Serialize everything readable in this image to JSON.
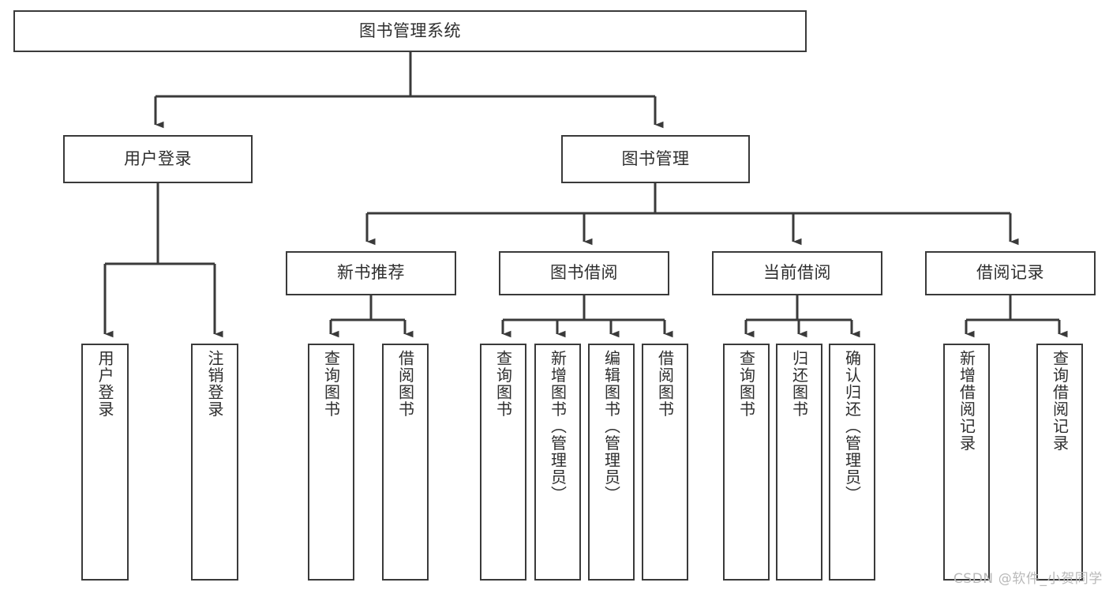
{
  "diagram": {
    "title": "图书管理系统",
    "type": "hierarchy-tree",
    "orientation": "top-down",
    "colors": {
      "line": "#3a3a3a",
      "box_border": "#3a3a3a",
      "box_fill": "#ffffff",
      "text": "#2e2e2e",
      "background": "#ffffff",
      "watermark": "#b9b9b9"
    },
    "root": {
      "id": "root",
      "label": "图书管理系统"
    },
    "level2": [
      {
        "id": "user-login",
        "label": "用户登录"
      },
      {
        "id": "book-management",
        "label": "图书管理"
      }
    ],
    "level3": [
      {
        "id": "new-book-recommend",
        "label": "新书推荐"
      },
      {
        "id": "book-borrow",
        "label": "图书借阅"
      },
      {
        "id": "current-borrow",
        "label": "当前借阅"
      },
      {
        "id": "borrow-record",
        "label": "借阅记录"
      }
    ],
    "leaves": {
      "user_login": [
        {
          "id": "leaf-user-login",
          "label": "用户登录"
        },
        {
          "id": "leaf-logout-login",
          "label": "注销登录"
        }
      ],
      "new_book_recommend": [
        {
          "id": "leaf-query-book-1",
          "label": "查询图书"
        },
        {
          "id": "leaf-borrow-book-1",
          "label": "借阅图书"
        }
      ],
      "book_borrow": [
        {
          "id": "leaf-query-book-2",
          "label": "查询图书"
        },
        {
          "id": "leaf-add-book",
          "label": "新增图书（管理员）"
        },
        {
          "id": "leaf-edit-book",
          "label": "编辑图书（管理员）"
        },
        {
          "id": "leaf-borrow-book-2",
          "label": "借阅图书"
        }
      ],
      "current_borrow": [
        {
          "id": "leaf-query-book-3",
          "label": "查询图书"
        },
        {
          "id": "leaf-return-book",
          "label": "归还图书"
        },
        {
          "id": "leaf-confirm-return",
          "label": "确认归还（管理员）"
        }
      ],
      "borrow_record": [
        {
          "id": "leaf-add-record",
          "label": "新增借阅记录"
        },
        {
          "id": "leaf-query-record",
          "label": "查询借阅记录"
        }
      ]
    }
  },
  "watermark": {
    "text": "CSDN @软件_小贺同学"
  }
}
